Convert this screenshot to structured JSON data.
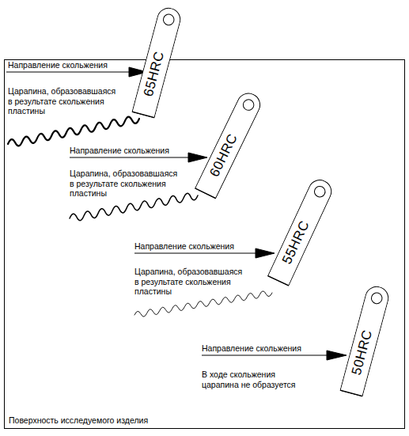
{
  "diagram": {
    "nodes": [
      {
        "text": [
          "Поверхность исследуемого изделия"
        ]
      },
      {
        "text": [
          "65HRC"
        ]
      },
      {
        "text": [
          "60HRC"
        ],
        "in": 0
      },
      {
        "text": [
          "55HRC"
        ],
        "in": 0
      },
      {
        "text": [
          "50HRC"
        ],
        "in": 0
      }
    ],
    "labels": [
      "Направление скольжения",
      "Царапина, образовавшаяся в результате скольжения пластины",
      "Направление скольжения",
      "Царапина, образовавшаяся в результате скольжения пластины",
      "Направление скольжения",
      "Царапина, образовавшаяся в результате скольжения пластины",
      "Направление скольжения",
      "В ходе скольжения царапина не образуется"
    ]
  }
}
